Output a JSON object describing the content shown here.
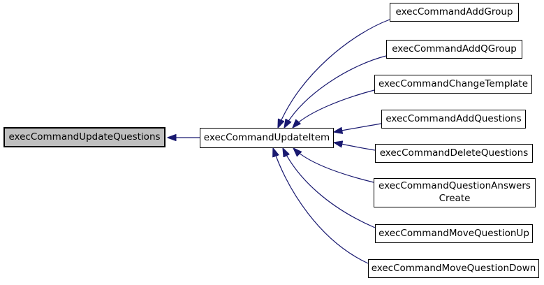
{
  "colors": {
    "edge": "#191970",
    "node_border": "#000000",
    "node_fill": "#ffffff",
    "highlight_fill": "#bfbfbf",
    "text": "#000000",
    "background": "#ffffff"
  },
  "nodes": [
    {
      "id": "execCommandUpdateQuestions",
      "label": "execCommandUpdateQuestions",
      "highlighted": true
    },
    {
      "id": "execCommandUpdateItem",
      "label": "execCommandUpdateItem",
      "highlighted": false
    },
    {
      "id": "execCommandAddGroup",
      "label": "execCommandAddGroup",
      "highlighted": false
    },
    {
      "id": "execCommandAddQGroup",
      "label": "execCommandAddQGroup",
      "highlighted": false
    },
    {
      "id": "execCommandChangeTemplate",
      "label": "execCommandChangeTemplate",
      "highlighted": false
    },
    {
      "id": "execCommandAddQuestions",
      "label": "execCommandAddQuestions",
      "highlighted": false
    },
    {
      "id": "execCommandDeleteQuestions",
      "label": "execCommandDeleteQuestions",
      "highlighted": false
    },
    {
      "id": "execCommandQuestionAnswersCreate",
      "lines": [
        "execCommandQuestionAnswers",
        "Create"
      ],
      "highlighted": false
    },
    {
      "id": "execCommandMoveQuestionUp",
      "label": "execCommandMoveQuestionUp",
      "highlighted": false
    },
    {
      "id": "execCommandMoveQuestionDown",
      "label": "execCommandMoveQuestionDown",
      "highlighted": false
    }
  ],
  "edges": [
    {
      "from": "execCommandUpdateItem",
      "to": "execCommandUpdateQuestions"
    },
    {
      "from": "execCommandAddGroup",
      "to": "execCommandUpdateItem"
    },
    {
      "from": "execCommandAddQGroup",
      "to": "execCommandUpdateItem"
    },
    {
      "from": "execCommandChangeTemplate",
      "to": "execCommandUpdateItem"
    },
    {
      "from": "execCommandAddQuestions",
      "to": "execCommandUpdateItem"
    },
    {
      "from": "execCommandDeleteQuestions",
      "to": "execCommandUpdateItem"
    },
    {
      "from": "execCommandQuestionAnswersCreate",
      "to": "execCommandUpdateItem"
    },
    {
      "from": "execCommandMoveQuestionUp",
      "to": "execCommandUpdateItem"
    },
    {
      "from": "execCommandMoveQuestionDown",
      "to": "execCommandUpdateItem"
    }
  ]
}
